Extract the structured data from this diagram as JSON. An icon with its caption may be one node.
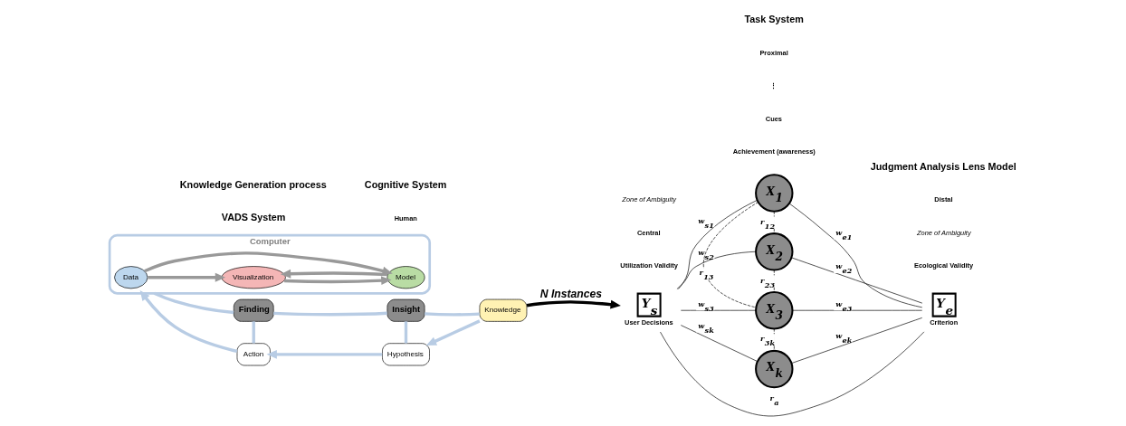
{
  "diagram": {
    "nodes": [
      {
        "text": [
          "Computer"
        ]
      },
      {
        "text": [
          "Data"
        ],
        "in": 0
      },
      {
        "text": [
          "Visualization"
        ],
        "in": 0
      },
      {
        "text": [
          "Model"
        ],
        "in": 0
      },
      {
        "text": [
          "Action"
        ]
      },
      {
        "text": [
          "Hypothesis"
        ]
      },
      {
        "text": [
          "Finding"
        ]
      },
      {
        "text": [
          "Insight"
        ]
      },
      {
        "text": [
          "Knowledge"
        ]
      },
      {
        "text": [
          "Y$_{s}$"
        ],
        "beside": [
          "User Decisions"
        ]
      },
      {
        "text": [
          "X$_{1}$"
        ]
      },
      {
        "text": [
          "X$_{2}$"
        ]
      },
      {
        "text": [
          "X$_{3}$"
        ]
      },
      {
        "text": [
          "X$_{k}$"
        ]
      },
      {
        "text": [
          "Y$_{e}$"
        ],
        "beside": [
          "Criterion"
        ]
      }
    ],
    "edges": [
      {
        "from": 1,
        "to": 2,
        "arrow": "to",
        "style": "thick",
        "color": "#999999"
      },
      {
        "from": 1,
        "to": 3,
        "arrow": "to",
        "style": "thick",
        "color": "#999999"
      },
      {
        "from": 2,
        "to": 3,
        "arrow": "to",
        "style": "thick",
        "color": "#999999"
      },
      {
        "from": 3,
        "to": 2,
        "arrow": "to",
        "style": "thick",
        "color": "#999999"
      },
      {
        "from": 8,
        "to": 5,
        "arrow": "to",
        "style": "thick",
        "color": "#b8cce4"
      },
      {
        "from": 5,
        "to": 4,
        "arrow": "to",
        "style": "thick",
        "color": "#b8cce4"
      },
      {
        "from": 4,
        "to": 0,
        "arrow": "to",
        "style": "thick",
        "color": "#b8cce4"
      },
      {
        "from": 0,
        "to": 6,
        "arrow": "none",
        "style": "thick",
        "color": "#b8cce4"
      },
      {
        "from": 6,
        "to": 7,
        "arrow": "none",
        "style": "thick",
        "color": "#b8cce4"
      },
      {
        "from": 7,
        "to": 8,
        "arrow": "none",
        "style": "thick",
        "color": "#b8cce4"
      },
      {
        "from": 4,
        "to": 6,
        "arrow": "none",
        "style": "thick",
        "color": "#b8cce4"
      },
      {
        "from": 5,
        "to": 7,
        "arrow": "none",
        "style": "thick",
        "color": "#b8cce4"
      },
      {
        "from": 8,
        "to": 9,
        "arrow": "to",
        "style": "thick",
        "label": "N Instances"
      },
      {
        "from": 9,
        "to": 10,
        "arrow": "none",
        "label": "w$_{s1}$"
      },
      {
        "from": 9,
        "to": 11,
        "arrow": "none",
        "label": "w$_{s2}$"
      },
      {
        "from": 9,
        "to": 12,
        "arrow": "none",
        "label": "w$_{s3}$"
      },
      {
        "from": 9,
        "to": 13,
        "arrow": "none",
        "label": "w$_{sk}$"
      },
      {
        "from": 10,
        "to": 14,
        "arrow": "none",
        "label": "w$_{e1}$"
      },
      {
        "from": 11,
        "to": 14,
        "arrow": "none",
        "label": "w$_{e2}$"
      },
      {
        "from": 12,
        "to": 14,
        "arrow": "none",
        "label": "w$_{e3}$"
      },
      {
        "from": 13,
        "to": 14,
        "arrow": "none",
        "label": "w$_{ek}$"
      },
      {
        "from": 9,
        "to": 14,
        "arrow": "none",
        "label": "r$_{a}$"
      },
      {
        "from": 10,
        "to": 11,
        "arrow": "none",
        "style": "dashed",
        "label": "r$_{12}$"
      },
      {
        "from": 11,
        "to": 12,
        "arrow": "none",
        "style": "dashed",
        "label": "r$_{23}$"
      },
      {
        "from": 12,
        "to": 13,
        "arrow": "none",
        "style": "dashed",
        "label": "r$_{3k}$"
      },
      {
        "from": 10,
        "to": 12,
        "arrow": "none",
        "style": "dashed",
        "label": "r$_{13}$"
      }
    ],
    "labels": [
      "Human",
      "Achievement (awareness)",
      "Cues",
      "⋮",
      "Utilization Validity",
      "Ecological Validity",
      "Central",
      "Zone of Ambiguity",
      "Proximal",
      "Zone of Ambiguity",
      "Distal",
      "VADS System",
      "Cognitive System",
      "Task System",
      "Knowledge Generation process",
      "Judgment Analysis Lens Model"
    ]
  }
}
